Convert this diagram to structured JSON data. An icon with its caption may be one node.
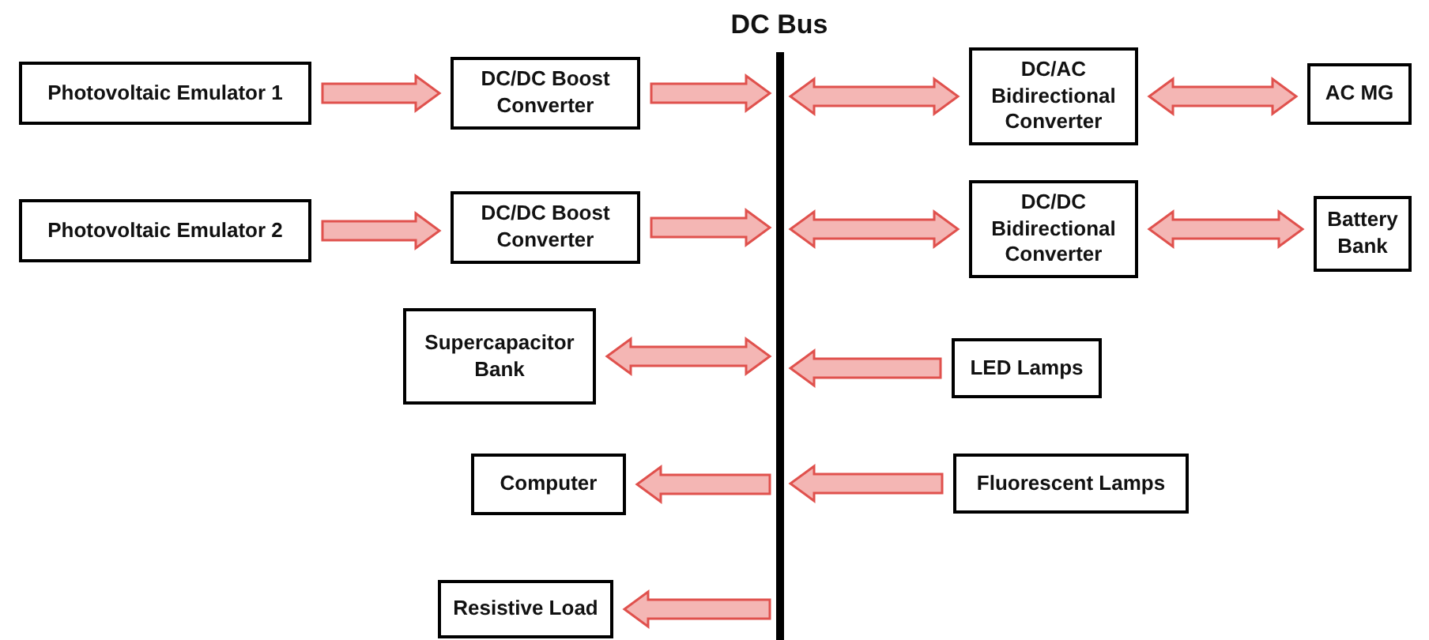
{
  "diagram": {
    "nodes": [
      {
        "text": [
          "Photovoltaic Emulator 1"
        ]
      },
      {
        "text": [
          "DC/DC Boost Converter"
        ]
      },
      {
        "text": [
          "DC Bus"
        ]
      },
      {
        "text": [
          "DC/AC Bidirectional Converter"
        ]
      },
      {
        "text": [
          "AC MG"
        ]
      },
      {
        "text": [
          "Photovoltaic Emulator 2"
        ]
      },
      {
        "text": [
          "DC/DC Boost Converter"
        ]
      },
      {
        "text": [
          "DC/DC Bidirectional Converter"
        ]
      },
      {
        "text": [
          "Battery Bank"
        ]
      },
      {
        "text": [
          "Supercapacitor Bank"
        ]
      },
      {
        "text": [
          "LED Lamps"
        ]
      },
      {
        "text": [
          "Computer"
        ]
      },
      {
        "text": [
          "Fluorescent Lamps"
        ]
      },
      {
        "text": [
          "Resistive Load"
        ]
      }
    ],
    "edges": [
      {
        "from": 0,
        "to": 1,
        "arrow": "to"
      },
      {
        "from": 1,
        "to": 2,
        "arrow": "to"
      },
      {
        "from": 2,
        "to": 3,
        "arrow": "both"
      },
      {
        "from": 3,
        "to": 4,
        "arrow": "both"
      },
      {
        "from": 5,
        "to": 6,
        "arrow": "to"
      },
      {
        "from": 6,
        "to": 2,
        "arrow": "to"
      },
      {
        "from": 2,
        "to": 7,
        "arrow": "both"
      },
      {
        "from": 7,
        "to": 8,
        "arrow": "both"
      },
      {
        "from": 9,
        "to": 2,
        "arrow": "both"
      },
      {
        "from": 10,
        "to": 2,
        "arrow": "to"
      },
      {
        "from": 2,
        "to": 11,
        "arrow": "to"
      },
      {
        "from": 12,
        "to": 2,
        "arrow": "to"
      },
      {
        "from": 2,
        "to": 13,
        "arrow": "to"
      }
    ]
  }
}
